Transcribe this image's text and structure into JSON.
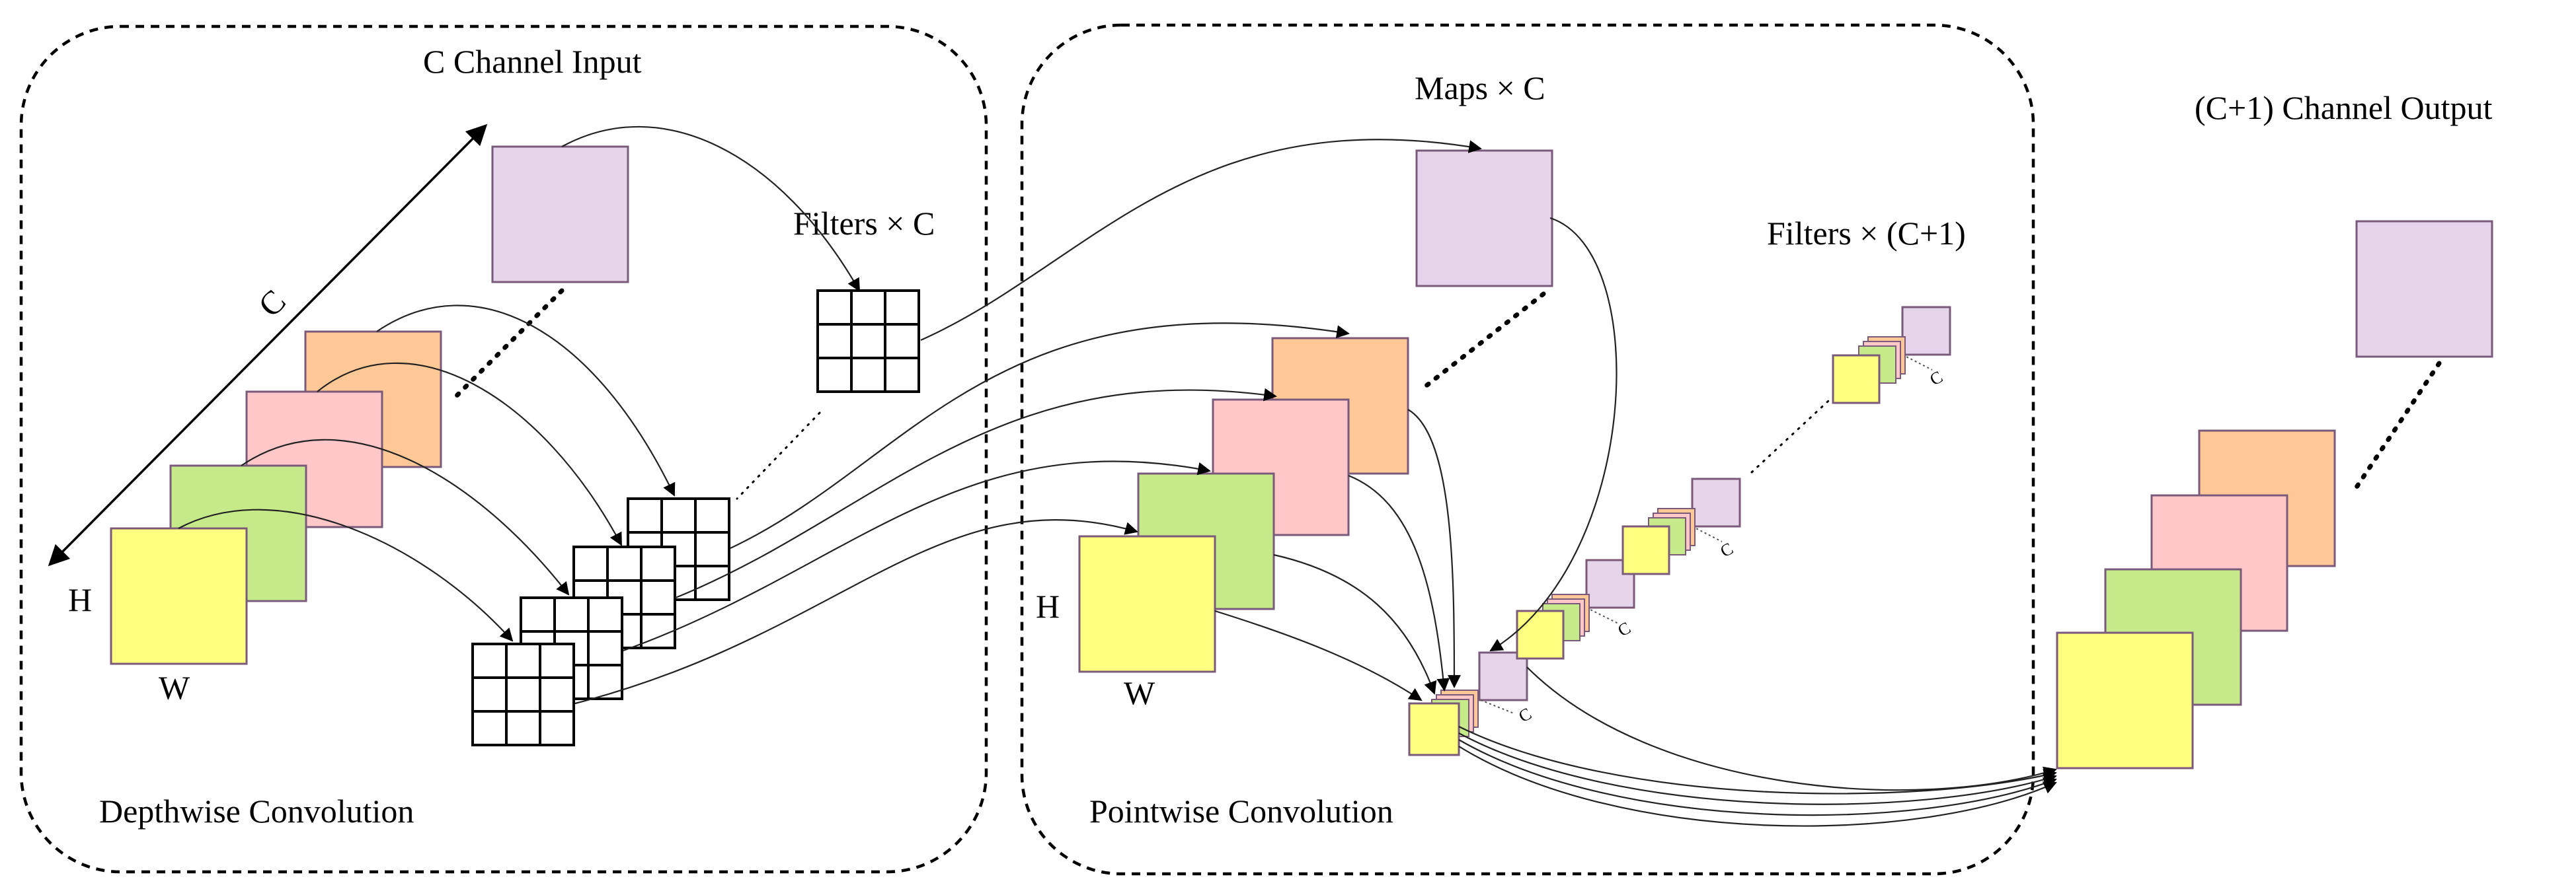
{
  "diagram": {
    "depthwise": {
      "title": "Depthwise Convolution",
      "input_label": "C Channel Input",
      "filters_label": "Filters × C",
      "axis_c": "C",
      "axis_h": "H",
      "axis_w": "W"
    },
    "pointwise": {
      "title": "Pointwise Convolution",
      "maps_label": "Maps × C",
      "filters_label": "Filters × (C+1)",
      "axis_h": "H",
      "axis_w": "W",
      "filter_c_mark": "C"
    },
    "output": {
      "label": "(C+1) Channel Output"
    },
    "colors": {
      "yellow": "#FFFF80",
      "green": "#C6EA8A",
      "pink": "#FFC7C7",
      "orange": "#FFC896",
      "lavender": "#E6D5EA",
      "edge": "#7A5A7A"
    }
  }
}
